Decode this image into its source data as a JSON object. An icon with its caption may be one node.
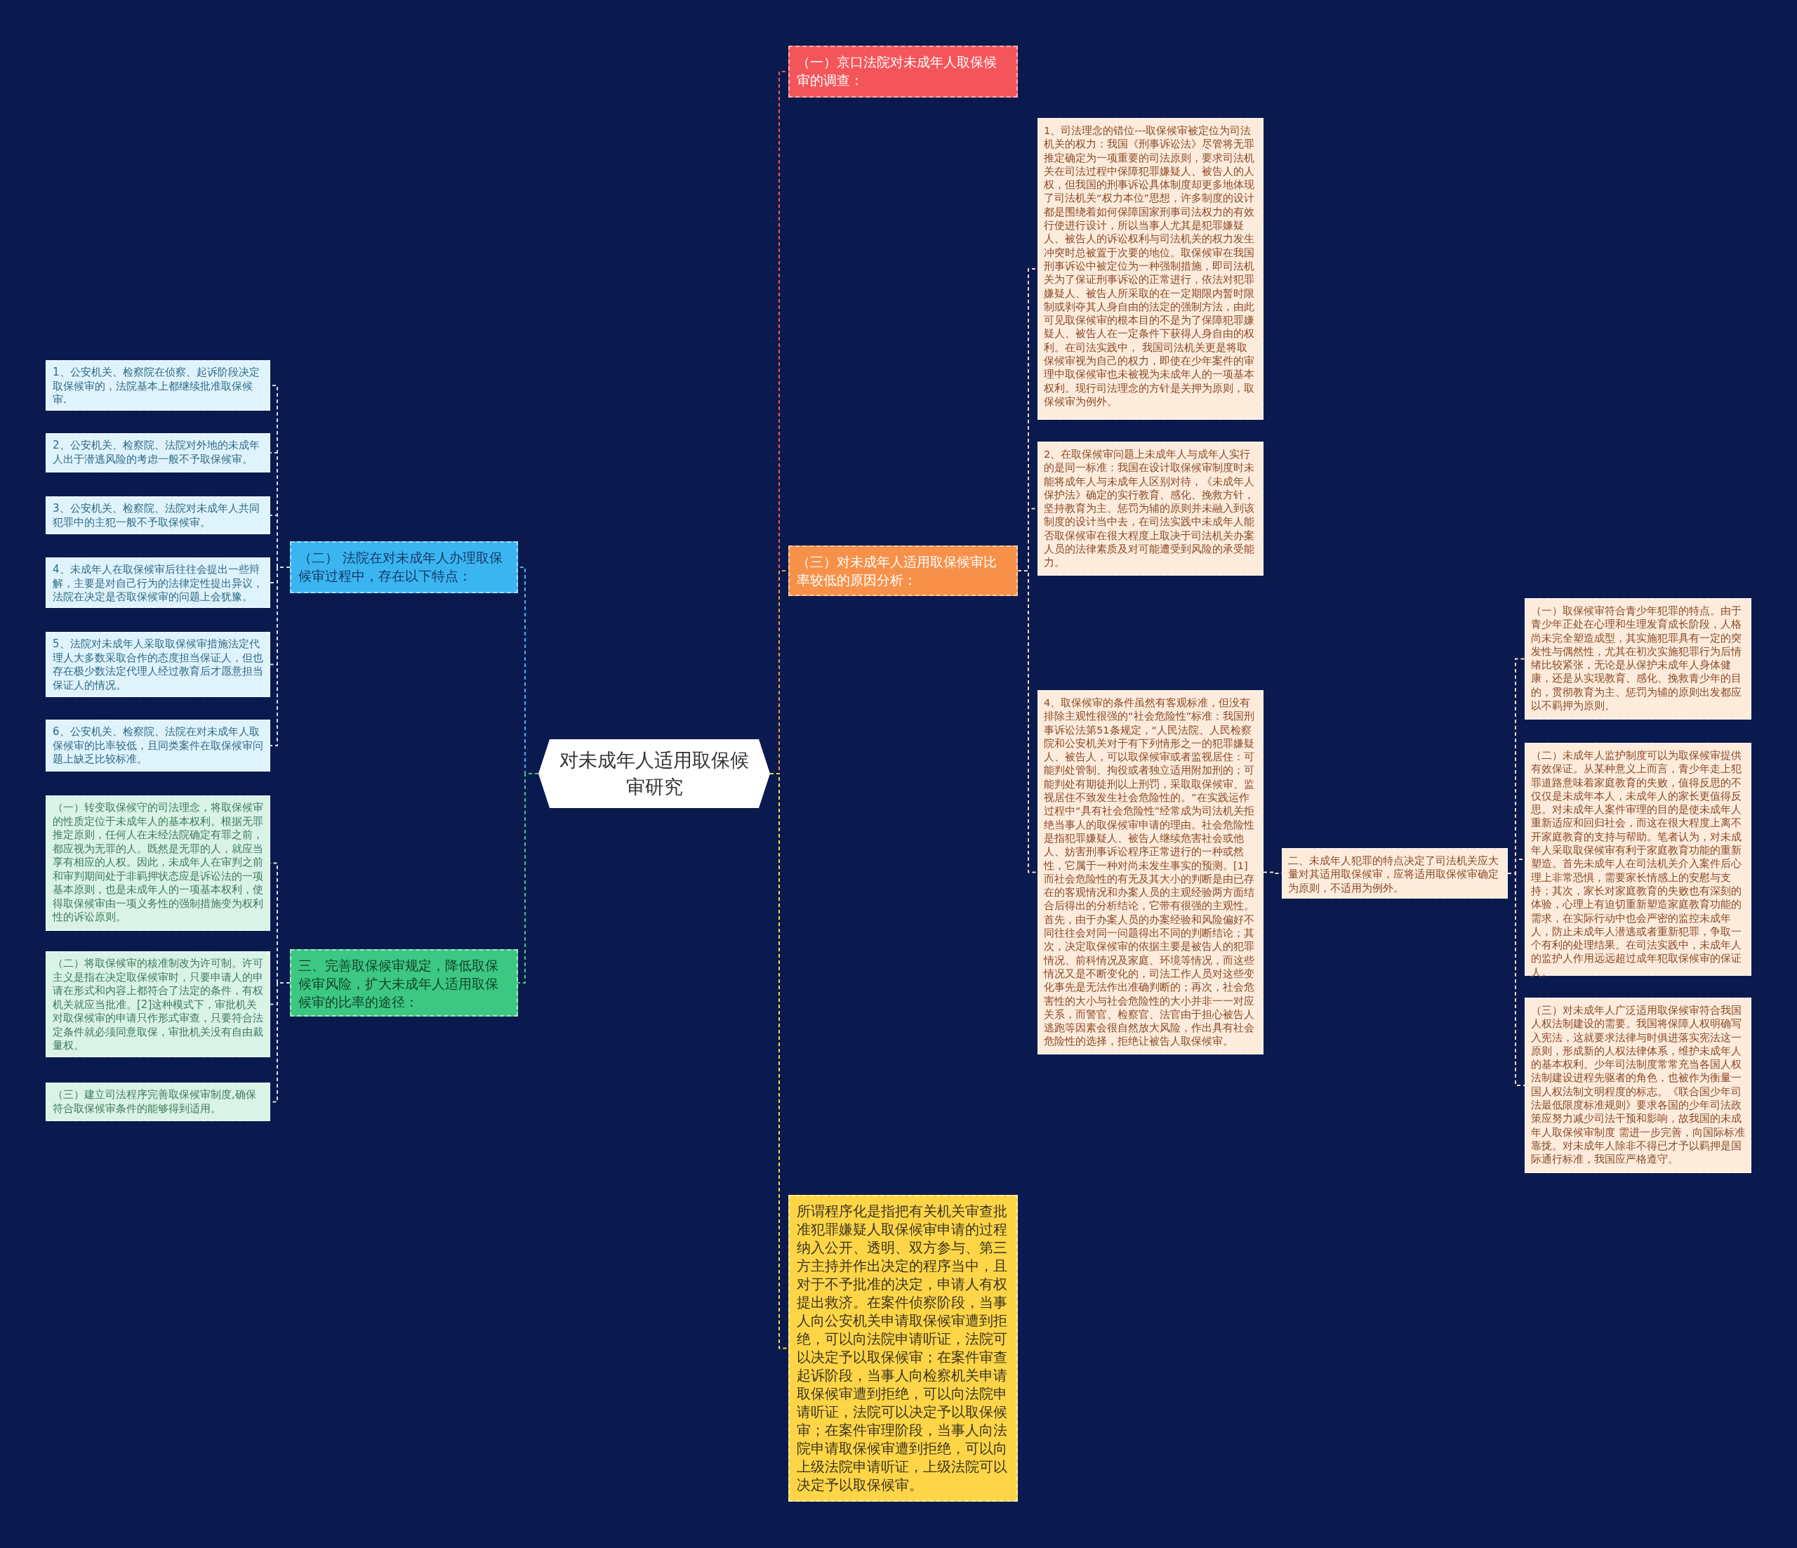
{
  "diagram": {
    "nodes": [
      {
        "text": [
          "对未成年人适用取保候审研究"
        ]
      },
      {
        "text": [
          "（一）京口法院对未成年人取保候审的调查："
        ]
      },
      {
        "text": [
          "（二） 法院在对未成年人办理取保候审过程中，存在以下特点："
        ]
      },
      {
        "text": [
          "1、公安机关、检察院在侦察、起诉阶段决定取保候审的，法院基本上都继续批准取保候审."
        ]
      },
      {
        "text": [
          "2、公安机关、检察院、法院对外地的未成年人出于潜逃风险的考虑一般不予取保候审。"
        ]
      },
      {
        "text": [
          "3、公安机关、检察院、法院对未成年人共同犯罪中的主犯一般不予取保候审。"
        ]
      },
      {
        "text": [
          "4、未成年人在取保候审后往往会提出一些辩解，主要是对自己行为的法律定性提出异议，法院在决定是否取保候审的问题上会犹豫。"
        ]
      },
      {
        "text": [
          "5、法院对未成年人采取取保候审措施法定代理人大多数采取合作的态度担当保证人，但也存在极少数法定代理人经过教育后才愿意担当保证人的情况。"
        ]
      },
      {
        "text": [
          "6、公安机关、检察院、法院在对未成年人取保候审的比率较低，且同类案件在取保候审问题上缺乏比较标准。"
        ]
      },
      {
        "text": [
          "（三）对未成年人适用取保候审比率较低的原因分析："
        ]
      },
      {
        "text": [
          "1、司法理念的错位---取保候审被定位为司法机关的权力：我国《刑事诉讼法》尽管将无罪推定确定为一项重要的司法原则，要求司法机关在司法过程中保障犯罪嫌疑人、被告人的人权，但我国的刑事诉讼具体制度却更多地体现了司法机关“权力本位”思想，许多制度的设计都是围绕着如何保障国家刑事司法权力的有效行使进行设计，所以当事人尤其是犯罪嫌疑人、被告人的诉讼权利与司法机关的权力发生冲突时总被置于次要的地位。取保候审在我国刑事诉讼中被定位为一种强制措施，即司法机关为了保证刑事诉讼的正常进行，依法对犯罪嫌疑人、被告人所采取的在一定期限内暂时限制或剥夺其人身自由的法定的强制方法，由此可见取保候审的根本目的不是为了保障犯罪嫌疑人、被告人在一定条件下获得人身自由的权利。在司法实践中， 我国司法机关更是将取保候审视为自己的权力，即使在少年案件的审理中取保候审也未被视为未成年人的一项基本权利。现行司法理念的方针是关押为原则，取保候审为例外。"
        ]
      },
      {
        "text": [
          "2、在取保候审问题上未成年人与成年人实行的是同一标准：我国在设计取保候审制度时未能将成年人与未成年人区别对待，《未成年人保护法》确定的实行教育、感化、挽救方针，坚持教育为主、惩罚为辅的原则并未融入到该制度的设计当中去，在司法实践中未成年人能否取保候审在很大程度上取决于司法机关办案人员的法律素质及对可能遭受到风险的承受能力。"
        ]
      },
      {
        "text": [
          "4、取保候审的条件虽然有客观标准，但没有排除主观性很强的“社会危险性”标准：我国刑事诉讼法第51条规定，“人民法院、人民检察院和公安机关对于有下列情形之一的犯罪嫌疑人、被告人，可以取保候审或者监视居住：可能判处管制、拘役或者独立适用附加刑的；可能判处有期徒刑以上刑罚，采取取保候审、监视居住不致发生社会危险性的。”在实践运作过程中“具有社会危险性”经常成为司法机关拒绝当事人的取保候审申请的理由。社会危险性是指犯罪嫌疑人、被告人继续危害社会或他人、妨害刑事诉讼程序正常进行的一种或然性，它属于一种对尚未发生事实的预测。[1]而社会危险性的有无及其大小的判断是由已存在的客观情况和办案人员的主观经验两方面结合后得出的分析结论，它带有很强的主观性。首先，由于办案人员的办案经验和风险偏好不同往往会对同一问题得出不同的判断结论；其次，决定取保候审的依据主要是被告人的犯罪情况、前科情况及家庭、环境等情况，而这些情况又是不断变化的，司法工作人员对这些变化事先是无法作出准确判断的；再次，社会危害性的大小与社会危险性的大小并非一一对应关系，而警官、检察官、法官由于担心被告人逃跑等因素会很自然放大风险，作出具有社会危险性的选择，拒绝让被告人取保候审。"
        ]
      },
      {
        "text": [
          "三、完善取保候审规定，降低取保候审风险，扩大未成年人适用取保候审的比率的途径："
        ]
      },
      {
        "text": [
          "（一）转变取保候守的司法理念，将取保候审的性质定位于未成年人的基本权利。根据无罪推定原则，任何人在未经法院确定有罪之前，都应视为无罪的人。既然是无罪的人，就应当享有相应的人权。因此，未成年人在审判之前和审判期间处于非羁押状态应是诉讼法的一项基本原则，也是未成年人的一项基本权利，使得取保候审由一项义务性的强制措施变为权利性的诉讼原则。"
        ]
      },
      {
        "text": [
          "（二）将取保候审的核准制改为许可制。许可主义是指在决定取保候审时，只要申请人的申请在形式和内容上都符合了法定的条件，有权机关就应当批准。[2]这种模式下，审批机关对取保候审的申请只作形式审查，只要符合法定条件就必须同意取保，审批机关没有自由裁量权。"
        ]
      },
      {
        "text": [
          "（三）建立司法程序完善取保候审制度,确保符合取保候审条件的能够得到适用。"
        ]
      },
      {
        "text": [
          "二、未成年人犯罪的特点决定了司法机关应大量对其适用取保候审，应将适用取保候审确定为原则，不适用为例外。"
        ]
      },
      {
        "text": [
          "（一）取保候审符合青少年犯罪的特点。由于青少年正处在心理和生理发育成长阶段，人格尚未完全塑造成型，其实施犯罪具有一定的突发性与偶然性，尤其在初次实施犯罪行为后情绪比较紧张，无论是从保护未成年人身体健康，还是从实现教育、感化、挽救青少年的目的，贯彻教育为主、惩罚为辅的原则出发都应以不羁押为原则。"
        ]
      },
      {
        "text": [
          "（二）未成年人监护制度可以为取保候审提供有效保证。从某种意义上而言，青少年走上犯罪道路意味着家庭教育的失败，值得反思的不仅仅是未成年本人，未成年人的家长更值得反思。对未成年人案件审理的目的是使未成年人重新适应和回归社会，而这在很大程度上离不开家庭教育的支持与帮助。笔者认为，对未成年人采取取保候审有利于家庭教育功能的重新塑造。首先未成年人在司法机关介入案件后心理上非常恐惧，需要家长情感上的安慰与支持；其次，家长对家庭教育的失败也有深刻的体验，心理上有迫切重新塑造家庭教育功能的需求，在实际行动中也会严密的监控未成年人，防止未成年人潜逃或者重新犯罪，争取一个有利的处理结果。在司法实践中，未成年人的监护人作用远远超过成年犯取保候审的保证人。"
        ]
      },
      {
        "text": [
          "（三）对未成年人广泛适用取保候审符合我国人权法制建设的需要。我国将保障人权明确写入宪法，这就要求法律与时俱进落实宪法这一原则，形成新的人权法律体系，维护未成年人的基本权利。少年司法制度常常充当各国人权法制建设进程先驱者的角色，也被作为衡量一国人权法制文明程度的标志。《联合国少年司法最低限度标准规则》要求各国的少年司法政策应努力减少司法干预和影响，故我国的未成年人取保候审制度 需进一步完善，向国际标准靠拢。对未成年人除非不得已才予以羁押是国际通行标准，我国应严格遵守。"
        ]
      },
      {
        "text": [
          "所谓程序化是指把有关机关审查批准犯罪嫌疑人取保候审申请的过程纳入公开、透明、双方参与、第三方主持并作出决定的程序当中，且对于不予批准的决定，申请人有权提出救济。在案件侦察阶段，当事人向公安机关申请取保候审遭到拒绝，可以向法院申请听证，法院可以决定予以取保候审；在案件审查起诉阶段，当事人向检察机关申请取保候审遭到拒绝，可以向法院申请听证，法院可以决定予以取保候审；在案件审理阶段，当事人向法院申请取保候审遭到拒绝，可以向上级法院申请听证，上级法院可以决定予以取保候审。"
        ]
      }
    ],
    "edges": [
      {
        "from": 0,
        "to": 1,
        "arrow": "none",
        "color": "#f4555a"
      },
      {
        "from": 0,
        "to": 2,
        "arrow": "none",
        "color": "#3bb5f0"
      },
      {
        "from": 2,
        "to": 3,
        "arrow": "none",
        "color": "#bfe6f7"
      },
      {
        "from": 2,
        "to": 4,
        "arrow": "none",
        "color": "#bfe6f7"
      },
      {
        "from": 2,
        "to": 5,
        "arrow": "none",
        "color": "#bfe6f7"
      },
      {
        "from": 2,
        "to": 6,
        "arrow": "none",
        "color": "#bfe6f7"
      },
      {
        "from": 2,
        "to": 7,
        "arrow": "none",
        "color": "#bfe6f7"
      },
      {
        "from": 2,
        "to": 8,
        "arrow": "none",
        "color": "#bfe6f7"
      },
      {
        "from": 0,
        "to": 9,
        "arrow": "none",
        "color": "#f7914a"
      },
      {
        "from": 9,
        "to": 10,
        "arrow": "none",
        "color": "#f5d9c4"
      },
      {
        "from": 9,
        "to": 11,
        "arrow": "none",
        "color": "#f5d9c4"
      },
      {
        "from": 9,
        "to": 12,
        "arrow": "none",
        "color": "#f5d9c4"
      },
      {
        "from": 0,
        "to": 13,
        "arrow": "none",
        "color": "#3cc882"
      },
      {
        "from": 13,
        "to": 14,
        "arrow": "none",
        "color": "#c6ecd9"
      },
      {
        "from": 13,
        "to": 15,
        "arrow": "none",
        "color": "#c6ecd9"
      },
      {
        "from": 13,
        "to": 16,
        "arrow": "none",
        "color": "#c6ecd9"
      },
      {
        "from": 12,
        "to": 17,
        "arrow": "none",
        "color": "#f5d9c4"
      },
      {
        "from": 17,
        "to": 18,
        "arrow": "none",
        "color": "#f5d9c4"
      },
      {
        "from": 17,
        "to": 19,
        "arrow": "none",
        "color": "#f5d9c4"
      },
      {
        "from": 17,
        "to": 20,
        "arrow": "none",
        "color": "#f5d9c4"
      },
      {
        "from": 0,
        "to": 21,
        "arrow": "none",
        "color": "#fdd547"
      }
    ]
  }
}
